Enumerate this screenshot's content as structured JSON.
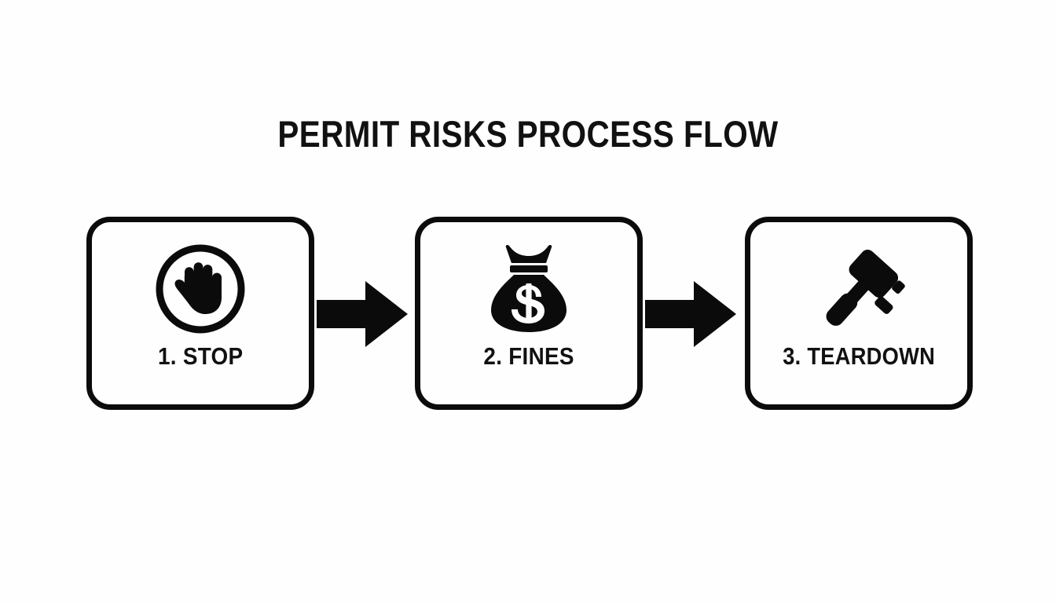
{
  "diagram": {
    "title": "PERMIT RISKS PROCESS FLOW",
    "background_color": "#fefefe",
    "ink_color": "#0b0b0b",
    "type": "process-flow",
    "orientation": "horizontal",
    "step_count": 3,
    "steps": [
      {
        "number": "1",
        "label": "1. STOP",
        "icon": "stop-hand-icon",
        "icon_description": "open palm hand inside a circle outline"
      },
      {
        "number": "2",
        "label": "2. FINES",
        "icon": "money-bag-icon",
        "icon_description": "tied money bag with dollar sign"
      },
      {
        "number": "3",
        "label": "3. TEARDOWN",
        "icon": "sledgehammer-icon",
        "icon_description": "diagonal sledgehammer / mallet"
      }
    ],
    "connectors": [
      {
        "name": "arrow-1",
        "from": "1. STOP",
        "to": "2. FINES",
        "style": "solid-block-arrow-right"
      },
      {
        "name": "arrow-2",
        "from": "2. FINES",
        "to": "3. TEARDOWN",
        "style": "solid-block-arrow-right"
      }
    ]
  }
}
